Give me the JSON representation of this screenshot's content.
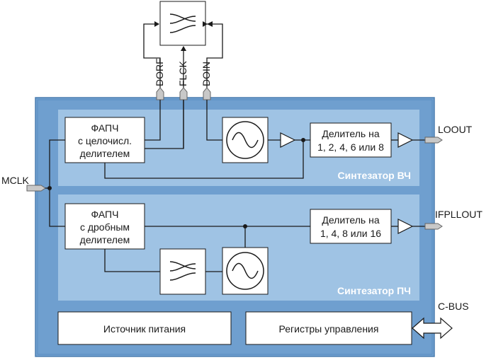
{
  "main_block": {
    "outer_color": "#6f9fcf",
    "inner_color": "#9fc3e4"
  },
  "rf_synth": {
    "title": "Синтезатор ВЧ",
    "pll_lines": [
      "ФАПЧ",
      "с целочисл.",
      "делителем"
    ],
    "divider_lines": [
      "Делитель на",
      "1, 2, 4, 6 или 8"
    ]
  },
  "if_synth": {
    "title": "Синтезатор ПЧ",
    "pll_lines": [
      "ФАПЧ",
      "с дробным",
      "делителем"
    ],
    "divider_lines": [
      "Делитель на",
      "1, 4, 8 или 16"
    ]
  },
  "power_label": "Источник питания",
  "registers_label": "Регистры управления",
  "pins": {
    "mclk": "MCLK",
    "loout": "LOOUT",
    "ifpllout": "IFPLLOUT",
    "cbus": "C-BUS",
    "dorf": "DORF",
    "flck": "FLCK",
    "doin": "DOIN"
  },
  "icons": [
    "oscillator-icon",
    "filter-icon",
    "amplifier-icon",
    "bidirectional-arrow-icon",
    "pin-connector-icon"
  ]
}
